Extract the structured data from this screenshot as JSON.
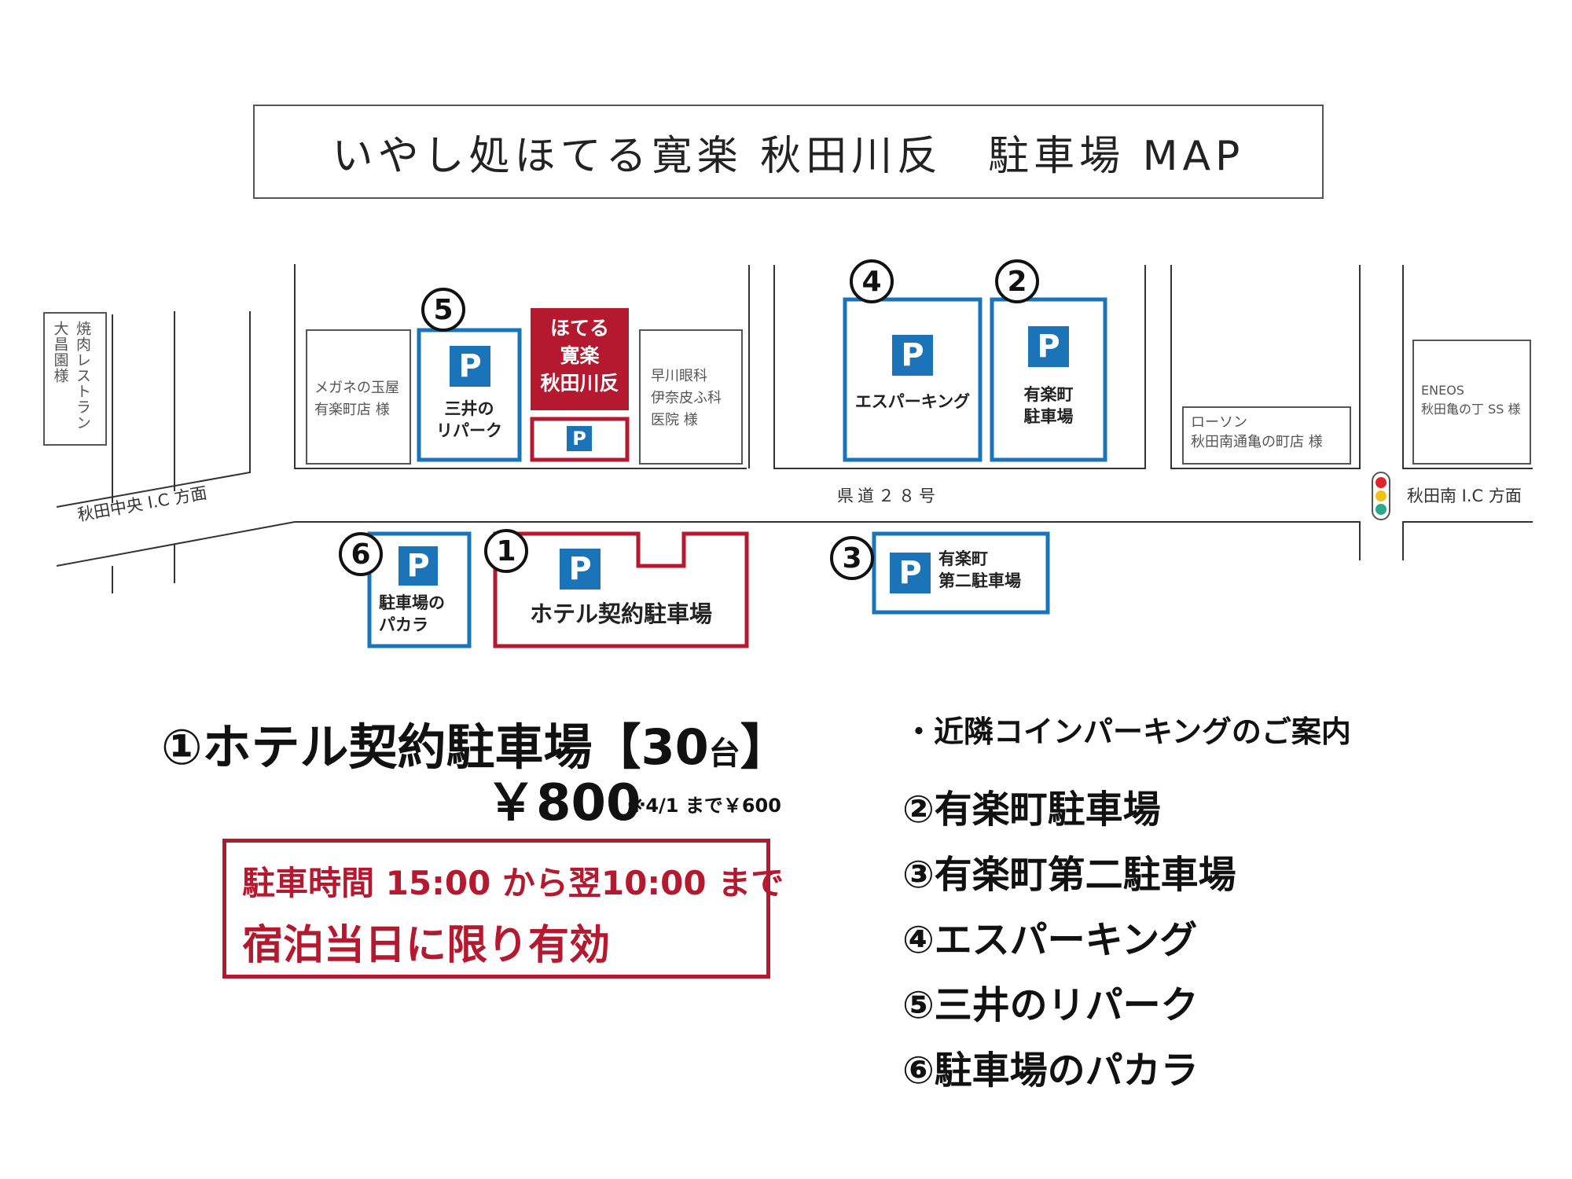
{
  "title": "いやし処ほてる寛楽 秋田川反　駐車場 MAP",
  "map": {
    "buildings": {
      "yakiniku": [
        "焼肉レストラン",
        "大昌園様"
      ],
      "megane": [
        "メガネの玉屋",
        "有楽町店 様"
      ],
      "hotel": [
        "ほてる",
        "寛楽",
        "秋田川反"
      ],
      "hayakawa": [
        "早川眼科",
        "伊奈皮ふ科",
        "医院 様"
      ],
      "lawson": [
        "ローソン",
        "秋田南通亀の町店 様"
      ],
      "eneos": [
        "ENEOS",
        "秋田亀の丁 SS 様"
      ]
    },
    "roads": {
      "prefectural": "県道２８号",
      "left_direction": "秋田中央 I.C 方面",
      "right_direction": "秋田南 I.C 方面"
    },
    "parking_symbol": "P",
    "parking": {
      "p1": {
        "number": "1",
        "label": "ホテル契約駐車場"
      },
      "p2": {
        "number": "2",
        "label": [
          "有楽町",
          "駐車場"
        ]
      },
      "p3": {
        "number": "3",
        "label": [
          "有楽町",
          "第二駐車場"
        ]
      },
      "p4": {
        "number": "4",
        "label": "エスパーキング"
      },
      "p5": {
        "number": "5",
        "label": [
          "三井の",
          "リパーク"
        ]
      },
      "p6": {
        "number": "6",
        "label": [
          "駐車場の",
          "パカラ"
        ]
      }
    }
  },
  "hotel_parking": {
    "heading": "①ホテル契約駐車場",
    "capacity_open": "【",
    "capacity_number": "30",
    "capacity_unit": "台",
    "capacity_close": "】",
    "price": "￥800",
    "price_note": "※4/1 まで￥600",
    "hours": "駐車時間 15:00 から翌10:00 まで",
    "validity": "宿泊当日に限り有効"
  },
  "nearby": {
    "heading": "・近隣コインパーキングのご案内",
    "items": [
      "②有楽町駐車場",
      "③有楽町第二駐車場",
      "④エスパーキング",
      "⑤三井のリパーク",
      "⑥駐車場のパカラ"
    ]
  },
  "colors": {
    "blue": "#1b74b8",
    "red": "#b5192f",
    "signal_red": "#e0242b",
    "signal_yellow": "#f2c218",
    "signal_green": "#2aa88a"
  }
}
